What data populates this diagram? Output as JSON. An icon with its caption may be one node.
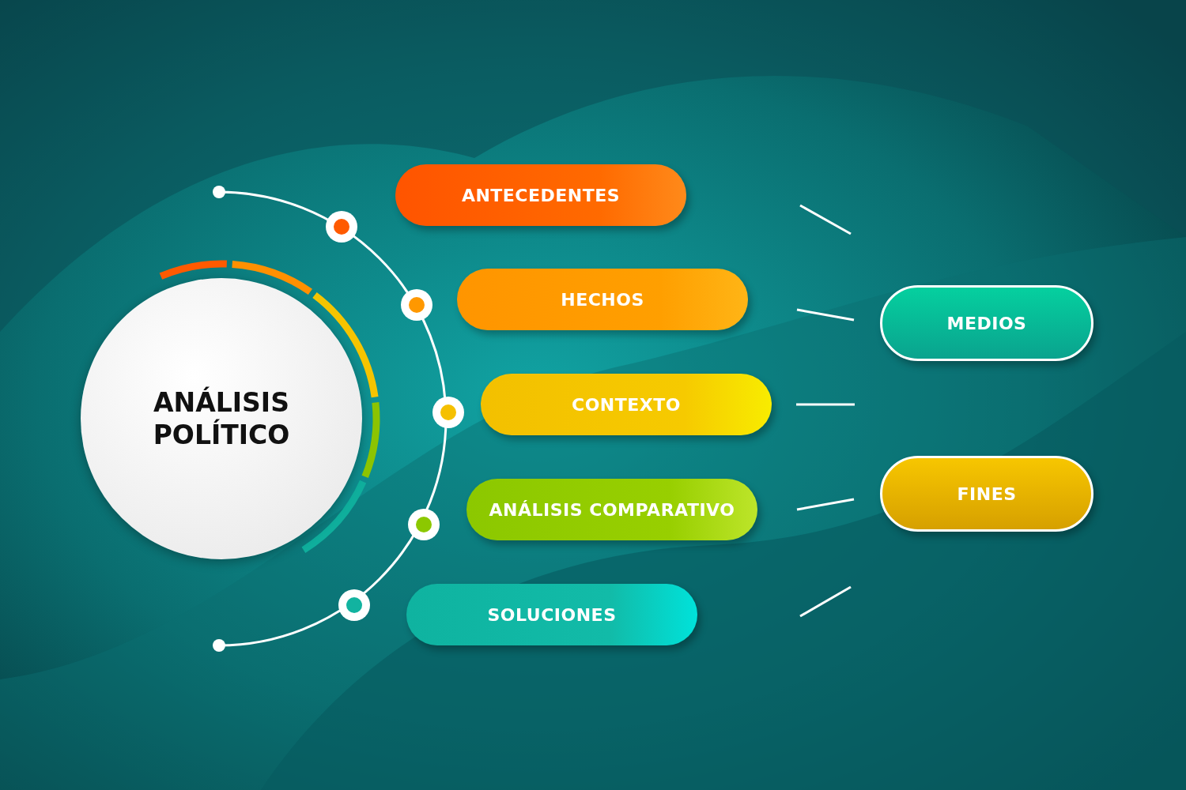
{
  "diagram": {
    "nodes": [
      {
        "text": [
          "ANÁLISIS POLÍTICO"
        ]
      },
      {
        "text": [
          "ANTECEDENTES"
        ]
      },
      {
        "text": [
          "HECHOS"
        ]
      },
      {
        "text": [
          "CONTEXTO"
        ]
      },
      {
        "text": [
          "ANÁLISIS COMPARATIVO"
        ]
      },
      {
        "text": [
          "SOLUCIONES"
        ]
      },
      {
        "text": [
          "MEDIOS"
        ]
      },
      {
        "text": [
          "FINES"
        ]
      }
    ]
  }
}
